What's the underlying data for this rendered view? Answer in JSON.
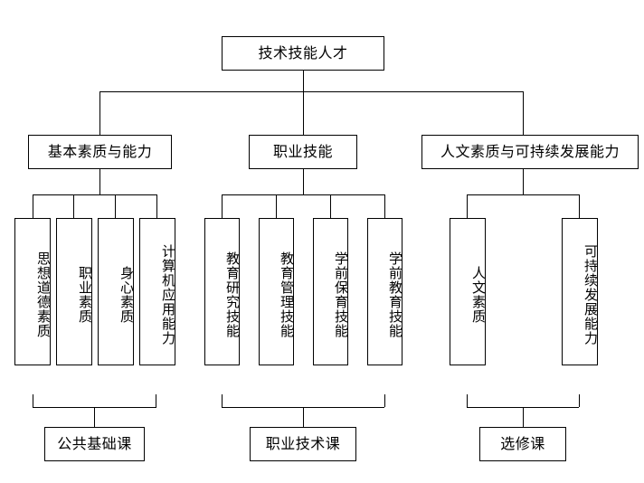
{
  "diagram": {
    "title_box": {
      "label": "技术技能人才"
    },
    "level2": [
      {
        "id": "basic-quality",
        "label": "基本素质与能力"
      },
      {
        "id": "vocational-skill",
        "label": "职业技能"
      },
      {
        "id": "humanities-sustainable",
        "label": "人文素质与可持续发展能力"
      }
    ],
    "level3": {
      "group1": [
        {
          "id": "ideological-moral",
          "label": "思想道德素质"
        },
        {
          "id": "vocational-quality",
          "label": "职业素质"
        },
        {
          "id": "physical-mental",
          "label": "身心素质"
        },
        {
          "id": "computer-application",
          "label": "计算机应用能力"
        }
      ],
      "group2": [
        {
          "id": "education-research",
          "label": "教育研究技能"
        },
        {
          "id": "education-management",
          "label": "教育管理技能"
        },
        {
          "id": "preschool-care",
          "label": "学前保育技能"
        },
        {
          "id": "preschool-education",
          "label": "学前教育技能"
        }
      ],
      "group3": [
        {
          "id": "humanities-quality",
          "label": "人文素质"
        },
        {
          "id": "sustainable-development",
          "label": "可持续发展能力"
        }
      ]
    },
    "level4": [
      {
        "id": "public-basic-course",
        "label": "公共基础课"
      },
      {
        "id": "vocational-technical-course",
        "label": "职业技术课"
      },
      {
        "id": "elective-course",
        "label": "选修课"
      }
    ],
    "colors": {
      "background": "#ffffff",
      "border": "#000000",
      "text": "#000000"
    }
  }
}
